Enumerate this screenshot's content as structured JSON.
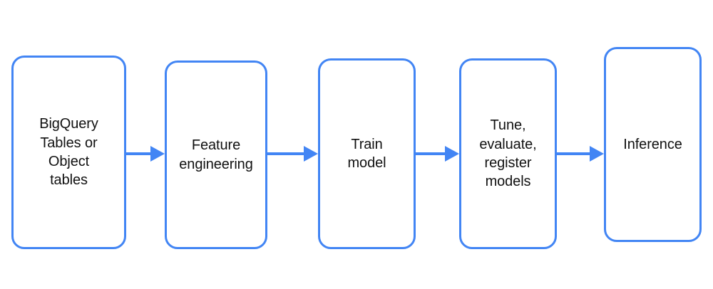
{
  "diagram": {
    "type": "flowchart",
    "orientation": "left-to-right",
    "colors": {
      "node_border": "#4285F4",
      "node_fill": "#FFFFFF",
      "arrow": "#4285F4",
      "label_text": "#111111",
      "background": "#FFFFFF"
    },
    "nodes": [
      {
        "id": "source",
        "label": "BigQuery\nTables or\nObject\ntables",
        "icon": "rounded-rectangle-node"
      },
      {
        "id": "feature",
        "label": "Feature\nengineering",
        "icon": "rounded-rectangle-node"
      },
      {
        "id": "train",
        "label": "Train\nmodel",
        "icon": "rounded-rectangle-node"
      },
      {
        "id": "tune",
        "label": "Tune,\nevaluate,\nregister\nmodels",
        "icon": "rounded-rectangle-node"
      },
      {
        "id": "inference",
        "label": "Inference",
        "icon": "rounded-rectangle-node"
      }
    ],
    "arrows": [
      {
        "id": "arrow-1",
        "from": "source",
        "to": "feature",
        "icon": "arrow-right-icon"
      },
      {
        "id": "arrow-2",
        "from": "feature",
        "to": "train",
        "icon": "arrow-right-icon"
      },
      {
        "id": "arrow-3",
        "from": "train",
        "to": "tune",
        "icon": "arrow-right-icon"
      },
      {
        "id": "arrow-4",
        "from": "tune",
        "to": "inference",
        "icon": "arrow-right-icon"
      }
    ]
  }
}
